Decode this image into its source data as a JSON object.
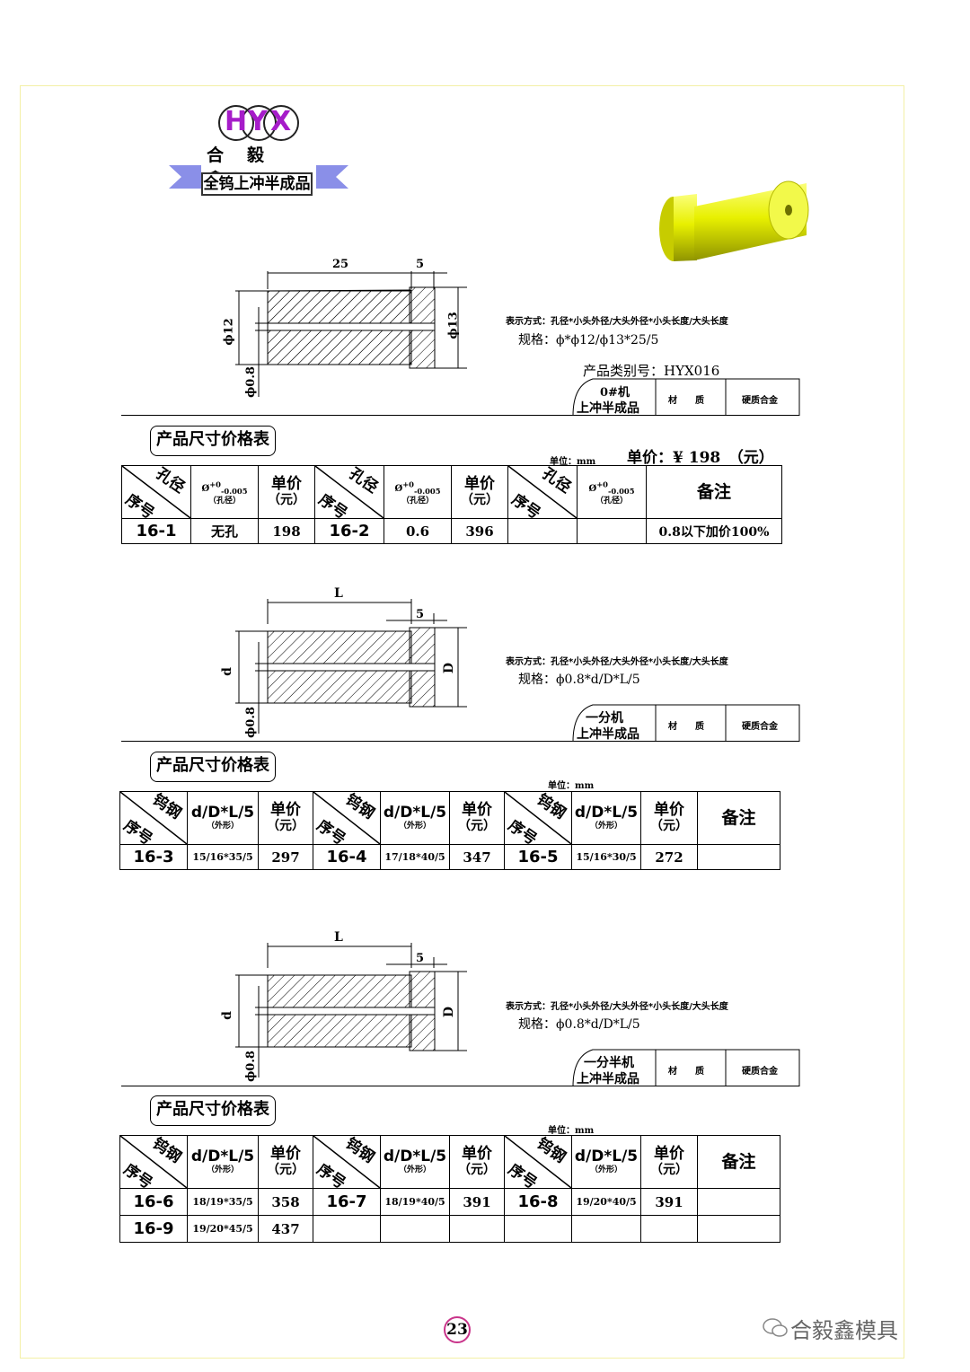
{
  "colors": {
    "accent_logo": "#a61cc9",
    "product_yellow": "#e8f000",
    "ribbon_blue": "#8a8fe8",
    "frame": "#f3f0a6",
    "page_circle": "#c9348a"
  },
  "header": {
    "logo_letters": [
      "H",
      "Y",
      "X"
    ],
    "company": "合毅鑫",
    "product_title": "全钨上冲半成品"
  },
  "section1": {
    "dims": {
      "length": "25",
      "head": "5",
      "small_dia": "ϕ12",
      "large_dia": "ϕ13",
      "hole": "ϕ0.8"
    },
    "spec_method": "表示方式：孔径*小头外径/大头外径*小头长度/大头长度",
    "spec": "规格：ϕ*ϕ12/ϕ13*25/5",
    "category": "产品类别号：HYX016",
    "machine_line1": "0#机",
    "machine_line2": "上冲半成品",
    "material_label": "材　　质",
    "material_value": "硬质合金",
    "table_title": "产品尺寸价格表",
    "unit": "单位：mm",
    "price_label": "单价：¥ 198　（元）",
    "headers": {
      "diag_top": "孔径",
      "diag_bot": "序号",
      "tol_top": "+0",
      "tol_bot": "-0.005",
      "tol_prefix": "Ø",
      "tol_sub": "（孔径）",
      "price_main": "单价",
      "price_sub": "（元）",
      "remark": "备注"
    },
    "rows": [
      {
        "c1": "16-1",
        "c2": "无孔",
        "c3": "198",
        "c4": "16-2",
        "c5": "0.6",
        "c6": "396",
        "c7": "",
        "c8": "",
        "c9": "0.8以下加价100%"
      }
    ]
  },
  "section2": {
    "dims": {
      "length": "L",
      "head": "5",
      "small_dia": "d",
      "large_dia": "D",
      "hole": "ϕ0.8"
    },
    "spec_method": "表示方式：孔径*小头外径/大头外径*小头长度/大头长度",
    "spec": "规格：ϕ0.8*d/D*L/5",
    "machine_line1": "一分机",
    "machine_line2": "上冲半成品",
    "material_label": "材　　质",
    "material_value": "硬质合金",
    "table_title": "产品尺寸价格表",
    "unit": "单位：mm",
    "headers": {
      "diag_top": "钨钢",
      "diag_bot": "序号",
      "dim_main": "d/D*L/5",
      "dim_sub": "（外形）",
      "price_main": "单价",
      "price_sub": "（元）",
      "remark": "备注"
    },
    "rows": [
      {
        "c1": "16-3",
        "c2": "15/16*35/5",
        "c3": "297",
        "c4": "16-4",
        "c5": "17/18*40/5",
        "c6": "347",
        "c7": "16-5",
        "c8": "15/16*30/5",
        "c9": "272",
        "c10": ""
      }
    ]
  },
  "section3": {
    "dims": {
      "length": "L",
      "head": "5",
      "small_dia": "d",
      "large_dia": "D",
      "hole": "ϕ0.8"
    },
    "spec_method": "表示方式：孔径*小头外径/大头外径*小头长度/大头长度",
    "spec": "规格：ϕ0.8*d/D*L/5",
    "machine_line1": "一分半机",
    "machine_line2": "上冲半成品",
    "material_label": "材　　质",
    "material_value": "硬质合金",
    "table_title": "产品尺寸价格表",
    "unit": "单位：mm",
    "headers": {
      "diag_top": "钨钢",
      "diag_bot": "序号",
      "dim_main": "d/D*L/5",
      "dim_sub": "（外形）",
      "price_main": "单价",
      "price_sub": "（元）",
      "remark": "备注"
    },
    "rows": [
      {
        "c1": "16-6",
        "c2": "18/19*35/5",
        "c3": "358",
        "c4": "16-7",
        "c5": "18/19*40/5",
        "c6": "391",
        "c7": "16-8",
        "c8": "19/20*40/5",
        "c9": "391",
        "c10": ""
      },
      {
        "c1": "16-9",
        "c2": "19/20*45/5",
        "c3": "437",
        "c4": "",
        "c5": "",
        "c6": "",
        "c7": "",
        "c8": "",
        "c9": "",
        "c10": ""
      }
    ]
  },
  "footer": {
    "page_number": "23",
    "watermark": "合毅鑫模具"
  }
}
